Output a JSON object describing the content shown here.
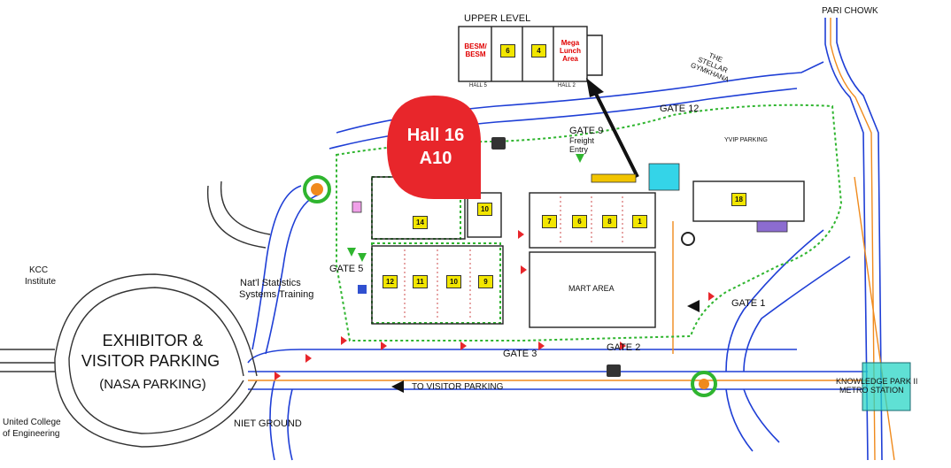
{
  "labels": {
    "upper_level": "UPPER LEVEL",
    "pari_chowk": "PARI CHOWK",
    "stellar": "THE\nSTELLAR\nGYMKHANA",
    "gate12": "GATE 12",
    "gate9": "GATE 9",
    "gate9_sub1": "Freight",
    "gate9_sub2": "Entry",
    "yvip_parking": "YVIP PARKING",
    "kcc": "KCC",
    "kcc2": "Institute",
    "natl": "Nat'l Statistics",
    "natl2": "Systems Training",
    "gate5": "GATE 5",
    "mart": "MART AREA",
    "gate1": "GATE 1",
    "gate2": "GATE 2",
    "gate3": "GATE 3",
    "parking1": "EXHIBITOR &",
    "parking2": "VISITOR PARKING",
    "parking3": "(NASA PARKING)",
    "to_visitor": "TO VISITOR PARKING",
    "knowledge1": "KNOWLEDGE PARK II",
    "knowledge2": "METRO STATION",
    "united1": "United College",
    "united2": "of Engineering",
    "niet": "NIET GROUND",
    "hall5": "HALL 5",
    "hall2": "HALL 2"
  },
  "badge": {
    "line1": "Hall 16",
    "line2": "A10",
    "color": "#e8262b"
  },
  "upper_halls": [
    {
      "id": "besm",
      "text": "BESM/\nBESM"
    },
    {
      "id": "h6",
      "text": "6"
    },
    {
      "id": "h4",
      "text": "4"
    },
    {
      "id": "mega",
      "text": "Mega\nLunch\nArea"
    }
  ],
  "halls": [
    "14",
    "10",
    "12",
    "11",
    "10",
    "9",
    "7",
    "6",
    "8",
    "1",
    "18"
  ],
  "colors": {
    "road_blue": "#1f3fd6",
    "road_orange": "#f08a1c",
    "green": "#2fb52f",
    "red_marker": "#e8262b",
    "hall_yellow": "#f2e600"
  }
}
